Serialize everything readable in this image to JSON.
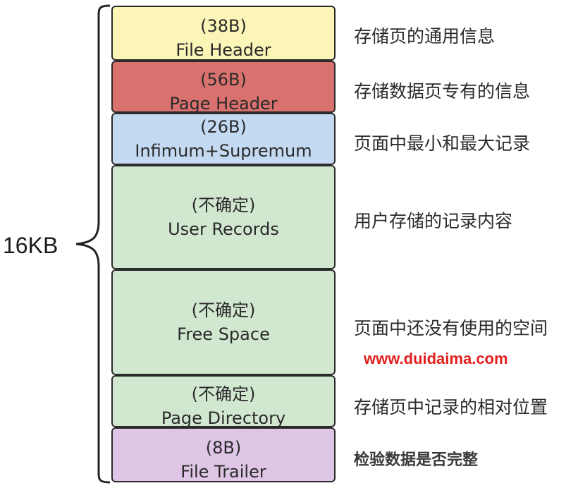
{
  "total_size": "16KB",
  "blocks": [
    {
      "size": "(38B)",
      "name": "File Header",
      "desc": "存储页的通用信息"
    },
    {
      "size": "(56B)",
      "name": "Page Header",
      "desc": "存储数据页专有的信息"
    },
    {
      "size": "(26B)",
      "name": "Infimum+Supremum",
      "desc": "页面中最小和最大记录"
    },
    {
      "size": "(不确定)",
      "name": "User Records",
      "desc": "用户存储的记录内容"
    },
    {
      "size": "(不确定)",
      "name": "Free Space",
      "desc": "页面中还没有使用的空间"
    },
    {
      "size": "(不确定)",
      "name": "Page Directory",
      "desc": "存储页中记录的相对位置"
    },
    {
      "size": "(8B)",
      "name": "File Trailer",
      "desc": "检验数据是否完整"
    }
  ],
  "watermark": "www.duidaima.com",
  "colors": {
    "file_header": "#fbf5b8",
    "page_header": "#d9716e",
    "infimum_supremum": "#c4daf3",
    "records": "#d2e7d0",
    "file_trailer": "#dfc6e6",
    "watermark": "#e1201e"
  }
}
